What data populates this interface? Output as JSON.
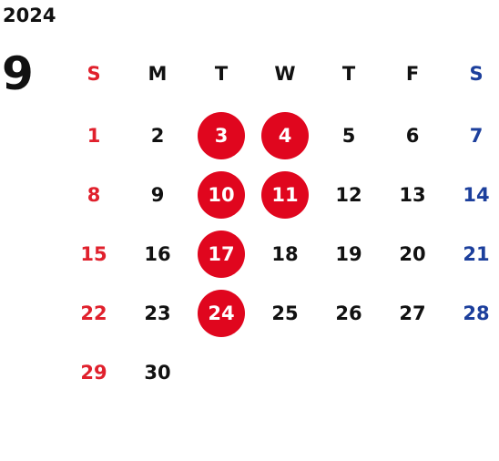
{
  "year": "2024",
  "month": "9",
  "weekday_headers": [
    "S",
    "M",
    "T",
    "W",
    "T",
    "F",
    "S"
  ],
  "weeks": [
    [
      "1",
      "2",
      "3",
      "4",
      "5",
      "6",
      "7"
    ],
    [
      "8",
      "9",
      "10",
      "11",
      "12",
      "13",
      "14"
    ],
    [
      "15",
      "16",
      "17",
      "18",
      "19",
      "20",
      "21"
    ],
    [
      "22",
      "23",
      "24",
      "25",
      "26",
      "27",
      "28"
    ],
    [
      "29",
      "30",
      "",
      "",
      "",
      "",
      ""
    ]
  ],
  "highlighted_days": [
    "3",
    "4",
    "10",
    "11",
    "17",
    "24"
  ],
  "colors": {
    "sunday": "#e0202c",
    "saturday": "#1c3f9c",
    "weekday": "#111111",
    "highlight": "#e0061e"
  }
}
